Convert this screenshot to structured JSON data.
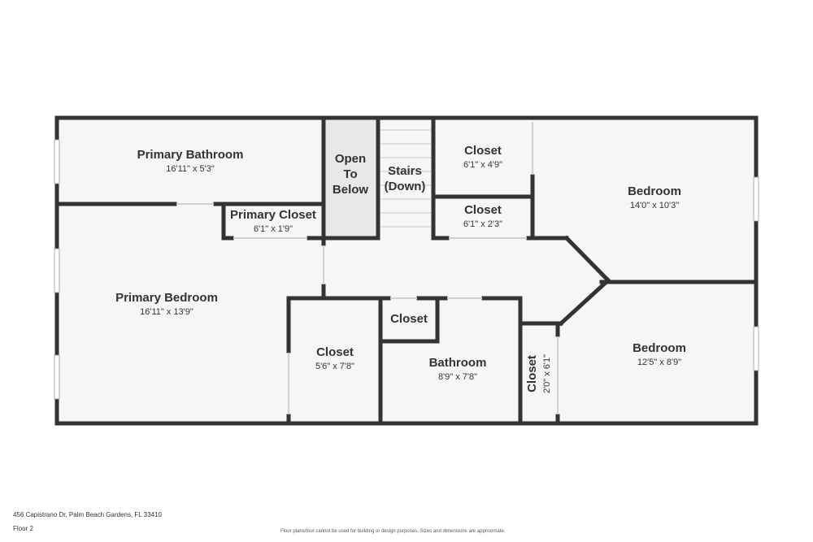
{
  "colors": {
    "wall": "#333333",
    "floor": "#f6f6f6",
    "open_to_below": "#e8e8e8",
    "window": "#ffffff"
  },
  "rooms": {
    "primary_bathroom": {
      "name": "Primary Bathroom",
      "dims": "16'11\" x 5'3\""
    },
    "open_to_below": {
      "line1": "Open",
      "line2": "To",
      "line3": "Below"
    },
    "stairs": {
      "line1": "Stairs",
      "line2": "(Down)"
    },
    "closet_top": {
      "name": "Closet",
      "dims": "6'1\" x 4'9\""
    },
    "closet_mid": {
      "name": "Closet",
      "dims": "6'1\" x 2'3\""
    },
    "bedroom_upper": {
      "name": "Bedroom",
      "dims": "14'0\" x 10'3\""
    },
    "primary_closet": {
      "name": "Primary Closet",
      "dims": "6'1\" x 1'9\""
    },
    "primary_bedroom": {
      "name": "Primary Bedroom",
      "dims": "16'11\" x 13'9\""
    },
    "closet_lower_left": {
      "name": "Closet",
      "dims": "5'6\" x 7'8\""
    },
    "closet_small": {
      "name": "Closet"
    },
    "bathroom": {
      "name": "Bathroom",
      "dims": "8'9\" x 7'8\""
    },
    "closet_narrow": {
      "name": "Closet",
      "dims": "2'0\" x 6'1\""
    },
    "bedroom_lower": {
      "name": "Bedroom",
      "dims": "12'5\" x 8'9\""
    }
  },
  "footer": {
    "address": "456 Capistrano Dr, Palm Beach Gardens, FL 33410",
    "floor": "Floor 2",
    "disclaimer": "Floor plans/tour cannot be used for building or design purposes. Sizes and dimensions are approximate."
  }
}
